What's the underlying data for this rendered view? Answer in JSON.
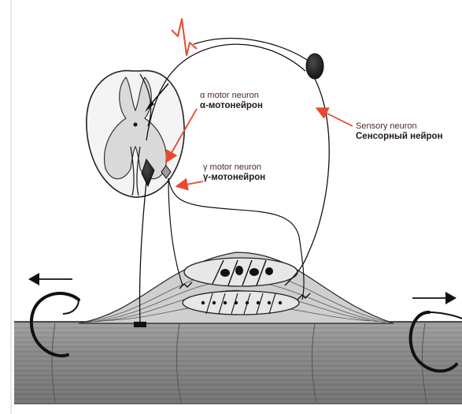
{
  "labels": {
    "alpha_en": "α motor neuron",
    "alpha_ru": "α-мотонейрон",
    "gamma_en": "γ motor neuron",
    "gamma_ru": "γ-мотонейрон",
    "sensory_en": "Sensory neuron",
    "sensory_ru": "Сенсорный нейрон"
  },
  "colors": {
    "pointer_arrow": "#e64a2e",
    "ink": "#1a1a1a",
    "muscle_fill": "#8a8a8a",
    "gray_matter": "#d9d9d9"
  },
  "icons": [
    "left-arrow-icon",
    "right-arrow-icon",
    "action-potential-spike-icon"
  ]
}
